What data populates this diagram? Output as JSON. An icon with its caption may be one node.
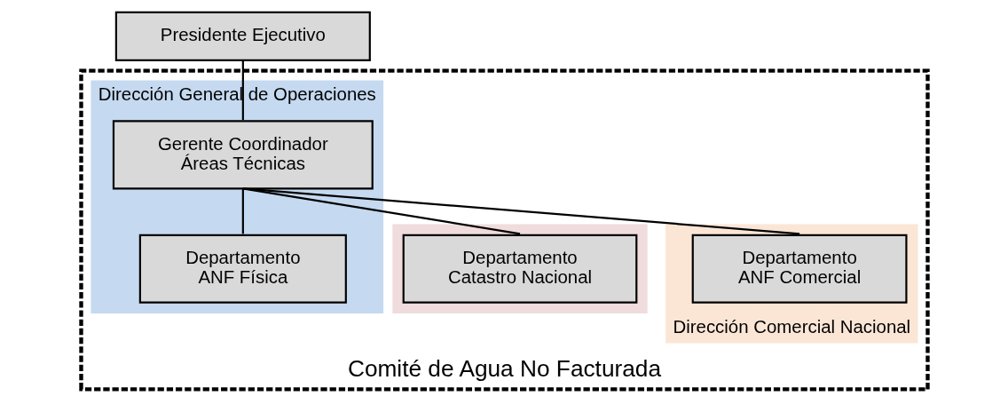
{
  "diagram": {
    "nodes": [
      {
        "text": [
          "Presidente Ejecutivo"
        ]
      },
      {
        "text": [
          "Comité de Agua No Facturada"
        ]
      },
      {
        "text": [
          "Dirección General de Operaciones"
        ],
        "in": 1
      },
      {
        "text": [
          "Gerente Coordinador Áreas Técnicas"
        ],
        "in": 2
      },
      {
        "text": [
          "Dirección Comercial Nacional"
        ],
        "in": 1
      },
      {
        "text": [],
        "shape": "box",
        "in": 1
      },
      {
        "text": [
          "Departamento ANF Física"
        ],
        "in": 2
      },
      {
        "text": [
          "Departamento Catastro Nacional"
        ],
        "in": 5
      },
      {
        "text": [
          "Departamento ANF Comercial"
        ],
        "in": 4
      }
    ],
    "edges": [
      {
        "from": 0,
        "to": 3,
        "arrow": "none"
      },
      {
        "from": 3,
        "to": 6,
        "arrow": "none"
      },
      {
        "from": 3,
        "to": 7,
        "arrow": "none"
      },
      {
        "from": 3,
        "to": 8,
        "arrow": "none"
      }
    ]
  }
}
